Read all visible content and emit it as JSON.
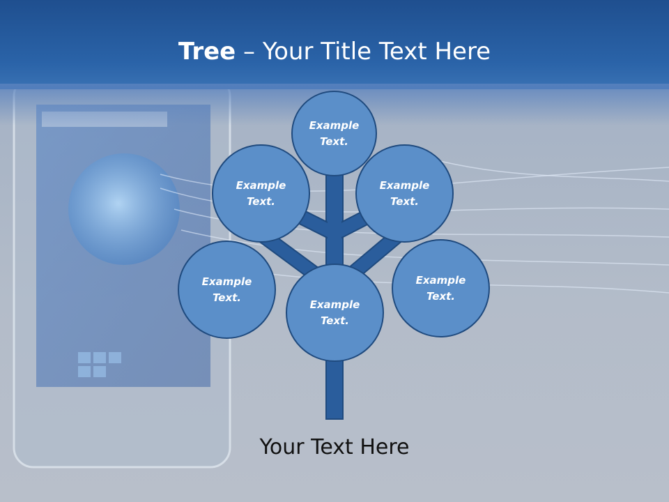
{
  "slide": {
    "title_bold": "Tree",
    "title_rest": " – Your Title Text Here",
    "caption": "Your Text Here"
  },
  "nodes": [
    {
      "id": "top",
      "label": "Example\nText."
    },
    {
      "id": "upper-left",
      "label": "Example\nText."
    },
    {
      "id": "upper-right",
      "label": "Example\nText."
    },
    {
      "id": "lower-left",
      "label": "Example\nText."
    },
    {
      "id": "center",
      "label": "Example\nText."
    },
    {
      "id": "lower-right",
      "label": "Example\nText."
    }
  ],
  "colors": {
    "title_bar": "#2a63a8",
    "node_fill": "#5b8fc9",
    "node_border": "#1f4a7e",
    "trunk": "#2a5d9c"
  }
}
